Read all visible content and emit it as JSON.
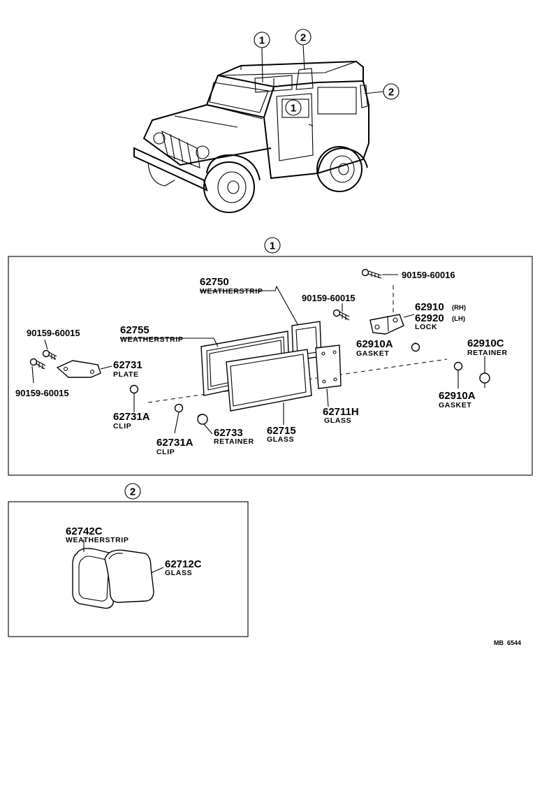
{
  "callouts": {
    "one": "1",
    "two": "2"
  },
  "section1": {
    "callout": "1",
    "parts": {
      "p62750": {
        "number": "62750",
        "name": "WEATHERSTRIP"
      },
      "p62755": {
        "number": "62755",
        "name": "WEATHERSTRIP"
      },
      "p90159_60016": {
        "number": "90159-60016"
      },
      "p90159_60015_top": {
        "number": "90159-60015"
      },
      "p90159_60015_left1": {
        "number": "90159-60015"
      },
      "p90159_60015_left2": {
        "number": "90159-60015"
      },
      "p62910": {
        "number": "62910",
        "suffix": "(RH)"
      },
      "p62920": {
        "number": "62920",
        "suffix": "(LH)",
        "name": "LOCK"
      },
      "p62910A_1": {
        "number": "62910A",
        "name": "GASKET"
      },
      "p62910C": {
        "number": "62910C",
        "name": "RETAINER"
      },
      "p62910A_2": {
        "number": "62910A",
        "name": "GASKET"
      },
      "p62731": {
        "number": "62731",
        "name": "PLATE"
      },
      "p62731A_1": {
        "number": "62731A",
        "name": "CLIP"
      },
      "p62731A_2": {
        "number": "62731A",
        "name": "CLIP"
      },
      "p62733": {
        "number": "62733",
        "name": "RETAINER"
      },
      "p62715": {
        "number": "62715",
        "name": "GLASS"
      },
      "p62711H": {
        "number": "62711H",
        "name": "GLASS"
      }
    }
  },
  "section2": {
    "callout": "2",
    "parts": {
      "p62742C": {
        "number": "62742C",
        "name": "WEATHERSTRIP"
      },
      "p62712C": {
        "number": "62712C",
        "name": "GLASS"
      }
    }
  },
  "reference": "MB  6544"
}
